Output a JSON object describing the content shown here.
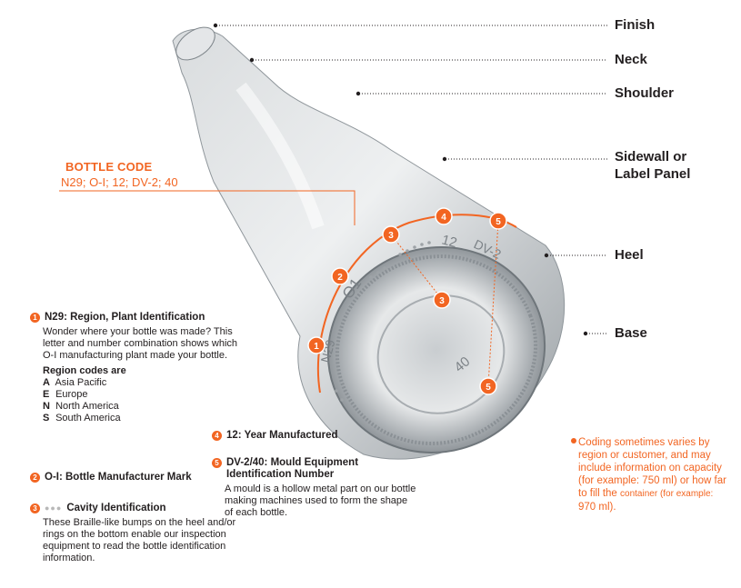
{
  "parts": {
    "finish": "Finish",
    "neck": "Neck",
    "shoulder": "Shoulder",
    "sidewall_line1": "Sidewall or",
    "sidewall_line2": "Label Panel",
    "heel": "Heel",
    "base": "Base"
  },
  "bottle_code": {
    "title": "BOTTLE CODE",
    "value": "N29; O-I; 12; DV-2; 40"
  },
  "embossing": {
    "n29": "N29",
    "oi": "O1",
    "twelve": "12",
    "dv2": "DV-2",
    "forty": "40"
  },
  "markers": [
    "1",
    "2",
    "3",
    "3",
    "4",
    "5",
    "5"
  ],
  "legend": {
    "item1": {
      "number": "1",
      "title": "N29: Region, Plant Identification",
      "desc": "Wonder where your bottle was made? This letter and number combination shows which O-I manufacturing plant made your bottle.",
      "region_title": "Region codes are",
      "regions": [
        {
          "code": "A",
          "name": "Asia Pacific"
        },
        {
          "code": "E",
          "name": "Europe"
        },
        {
          "code": "N",
          "name": "North America"
        },
        {
          "code": "S",
          "name": "South America"
        }
      ]
    },
    "item2": {
      "number": "2",
      "title": "O-I: Bottle Manufacturer Mark"
    },
    "item3": {
      "number": "3",
      "dots": "●●●",
      "title": "Cavity Identification",
      "desc": "These Braille-like bumps on the heel and/or rings on the bottom enable our inspection equipment to read the bottle identification information."
    },
    "item4": {
      "number": "4",
      "title": "12: Year Manufactured"
    },
    "item5": {
      "number": "5",
      "title_line1": "DV-2/40: Mould Equipment",
      "title_line2": "Identification Number",
      "desc": "A mould is a hollow metal part on our bottle making machines used to form the shape of each bottle."
    }
  },
  "note": {
    "line1": "Coding sometimes varies by region or customer, and may include information on capacity (for example: 750 ml) or how far to fill the",
    "line2": "container (for example: ",
    "line3": "970 ml)."
  },
  "colors": {
    "accent": "#f26522",
    "text": "#231f20",
    "glass": "#cfd3d6"
  }
}
